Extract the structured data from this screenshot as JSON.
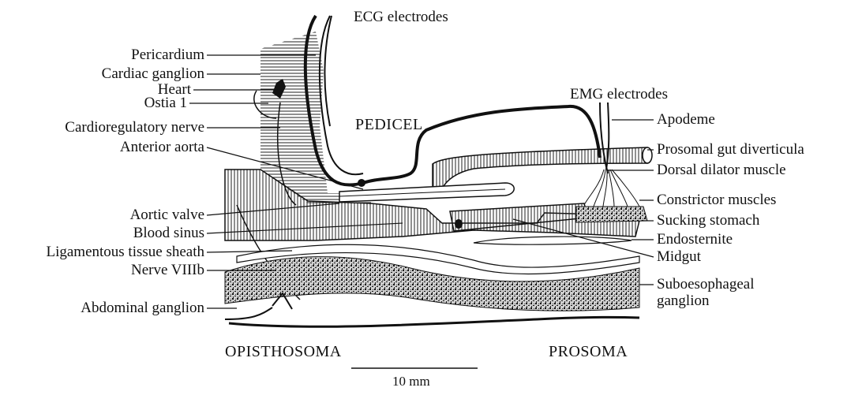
{
  "labels": {
    "ecg_electrodes": "ECG electrodes",
    "pericardium": "Pericardium",
    "cardiac_ganglion": "Cardiac ganglion",
    "heart": "Heart",
    "ostia": "Ostia 1",
    "cardioregulatory_nerve": "Cardioregulatory nerve",
    "anterior_aorta": "Anterior aorta",
    "pedicel": "PEDICEL",
    "emg_electrodes": "EMG electrodes",
    "apodeme": "Apodeme",
    "prosomal_gut_diverticula": "Prosomal gut diverticula",
    "dorsal_dilator_muscle": "Dorsal dilator muscle",
    "constrictor_muscles": "Constrictor muscles",
    "sucking_stomach": "Sucking stomach",
    "endosternite": "Endosternite",
    "midgut": "Midgut",
    "aortic_valve": "Aortic valve",
    "blood_sinus": "Blood sinus",
    "ligamentous_tissue_sheath": "Ligamentous tissue sheath",
    "nerve_viiib": "Nerve VIIIb",
    "abdominal_ganglion": "Abdominal ganglion",
    "suboesophageal_ganglion_line1": "Suboesophageal",
    "suboesophageal_ganglion_line2": "ganglion",
    "opisthosoma": "OPISTHOSOMA",
    "prosoma": "PROSOMA",
    "scale_bar": "10 mm"
  }
}
